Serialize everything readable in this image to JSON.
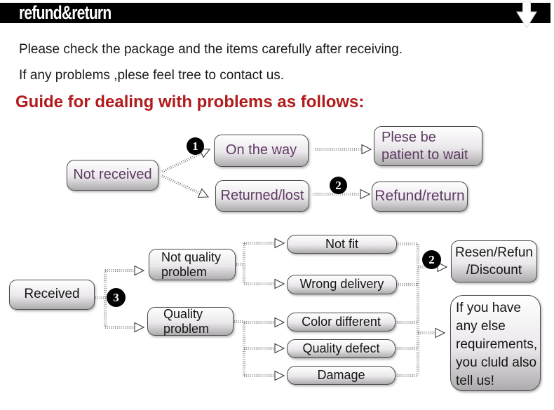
{
  "header": {
    "title": "refund&return",
    "bg_color": "#000000",
    "text_color": "#ffffff",
    "arrow_icon": "down-arrow"
  },
  "intro": {
    "line1": "Please check the package and the items carefully after receiving.",
    "line2": "If any problems ,plese feel tree to contact us.",
    "heading": "Guide for dealing with problems as follows:",
    "heading_color": "#b21b1b"
  },
  "flowchart": {
    "colors": {
      "node_text_row1": "#5e3a63",
      "node_text_row2": "#141414",
      "badge_bg": "#000000",
      "badge_text": "#ffffff"
    },
    "nodes": {
      "not_received": "Not received",
      "on_the_way": "On the way",
      "returned_lost": "Returned/lost",
      "plese_patient": "Plese be\npatient to wait",
      "refund_return": "Refund/return",
      "received": "Received",
      "not_quality_problem": "Not quality\nproblem",
      "quality_problem": "Quality\nproblem",
      "not_fit": "Not fit",
      "wrong_delivery": "Wrong delivery",
      "color_different": "Color different",
      "quality_defect": "Quality defect",
      "damage": "Damage",
      "resen_refun": "Resen/Refun\n/Discount",
      "if_you_have": "If you have\nany else\nrequirements,\nyou cluld also\ntell us!"
    },
    "badges": {
      "b1": "1",
      "b2a": "2",
      "b2b": "2",
      "b3": "3"
    },
    "edges": [
      {
        "from": "Not received",
        "to": "On the way",
        "badge": "1"
      },
      {
        "from": "Not received",
        "to": "Returned/lost"
      },
      {
        "from": "On the way",
        "to": "Plese be patient to wait"
      },
      {
        "from": "Returned/lost",
        "to": "Refund/return",
        "badge": "2"
      },
      {
        "from": "Received",
        "to": "Not quality problem",
        "badge": "3"
      },
      {
        "from": "Received",
        "to": "Quality problem"
      },
      {
        "from": "Not quality problem",
        "to": "Not fit"
      },
      {
        "from": "Not quality problem",
        "to": "Wrong delivery"
      },
      {
        "from": "Quality problem",
        "to": "Color different"
      },
      {
        "from": "Quality problem",
        "to": "Quality defect"
      },
      {
        "from": "Quality problem",
        "to": "Damage"
      },
      {
        "from": "Not fit + Wrong delivery + Color different + Quality defect + Damage",
        "to": "Resen/Refun /Discount",
        "badge": "2"
      },
      {
        "from": "Not fit + Wrong delivery + Color different + Quality defect + Damage",
        "to": "If you have any else requirements, you cluld also tell us!"
      }
    ]
  }
}
